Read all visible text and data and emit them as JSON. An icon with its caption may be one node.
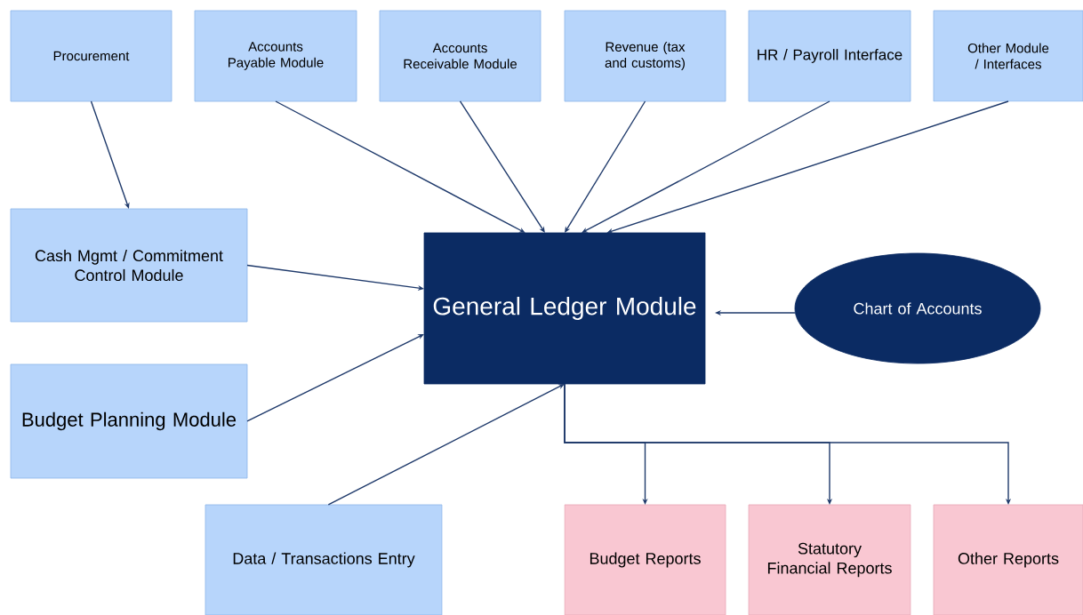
{
  "diagram": {
    "nodes": [
      {
        "text": [
          "Procurement"
        ]
      },
      {
        "text": [
          "Accounts Payable Module"
        ]
      },
      {
        "text": [
          "Accounts Receivable Module"
        ]
      },
      {
        "text": [
          "Revenue (tax and customs)"
        ]
      },
      {
        "text": [
          "HR / Payroll Interface"
        ]
      },
      {
        "text": [
          "Other Module / Interfaces"
        ]
      },
      {
        "text": [
          "Cash Mgmt / Commitment Control Module"
        ]
      },
      {
        "text": [
          "General Ledger Module"
        ]
      },
      {
        "text": [
          "Chart of Accounts"
        ]
      },
      {
        "text": [
          "Budget Planning Module"
        ]
      },
      {
        "text": [
          "Data / Transactions Entry"
        ]
      },
      {
        "text": [
          "Budget Reports"
        ]
      },
      {
        "text": [
          "Statutory Financial Reports"
        ]
      },
      {
        "text": [
          "Other Reports"
        ]
      }
    ],
    "edges": [
      {
        "from": 0,
        "to": 6,
        "arrow": "to"
      },
      {
        "from": 1,
        "to": 7,
        "arrow": "to"
      },
      {
        "from": 2,
        "to": 7,
        "arrow": "to"
      },
      {
        "from": 3,
        "to": 7,
        "arrow": "to"
      },
      {
        "from": 4,
        "to": 7,
        "arrow": "to"
      },
      {
        "from": 5,
        "to": 7,
        "arrow": "to"
      },
      {
        "from": 6,
        "to": 7,
        "arrow": "to"
      },
      {
        "from": 9,
        "to": 7,
        "arrow": "to"
      },
      {
        "from": 10,
        "to": 7,
        "arrow": "to"
      },
      {
        "from": 8,
        "to": 7,
        "arrow": "to"
      },
      {
        "from": 7,
        "to": 11,
        "arrow": "to"
      },
      {
        "from": 7,
        "to": 12,
        "arrow": "to"
      },
      {
        "from": 7,
        "to": 13,
        "arrow": "to"
      }
    ]
  }
}
